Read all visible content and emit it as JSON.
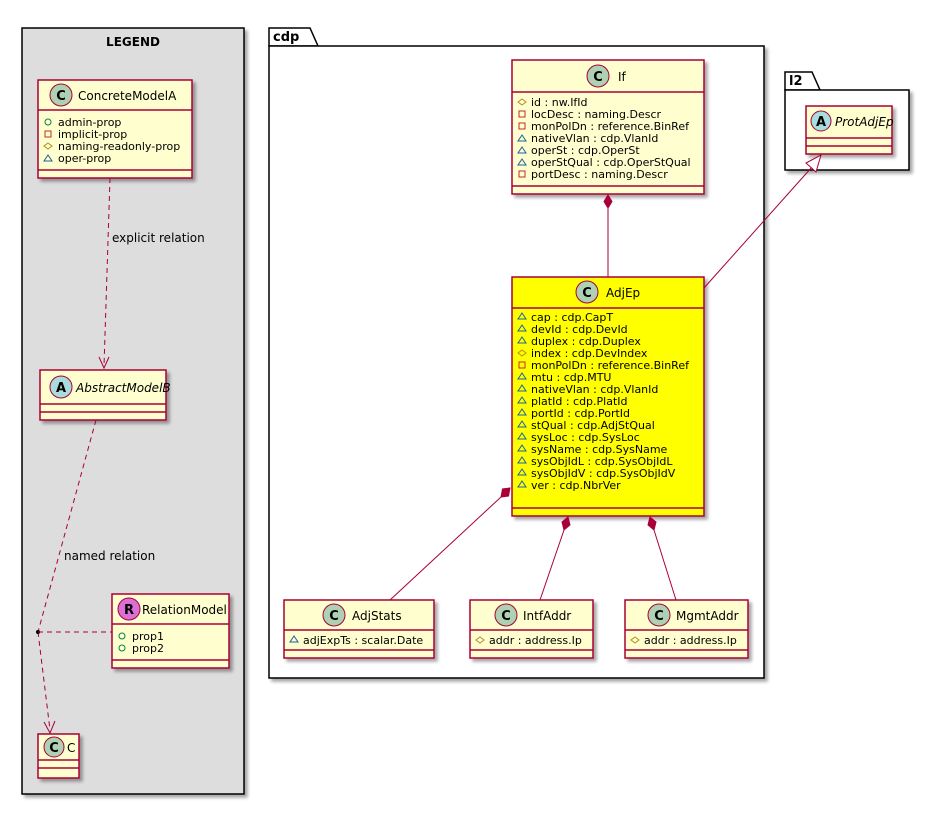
{
  "legend": {
    "title": "LEGEND",
    "concrete_model": {
      "stereotype": "C",
      "name": "ConcreteModelA",
      "attributes": [
        "admin-prop",
        "implicit-prop",
        "naming-readonly-prop",
        "oper-prop"
      ]
    },
    "explicit_relation_label": "explicit relation",
    "abstract_model": {
      "stereotype": "A",
      "name": "AbstractModelB"
    },
    "named_relation_label": "named relation",
    "relation_model": {
      "stereotype": "R",
      "name": "RelationModel",
      "attributes": [
        "prop1",
        "prop2"
      ]
    },
    "c_model": {
      "stereotype": "C",
      "name": "C"
    }
  },
  "cdp_package": {
    "title": "cdp",
    "if_class": {
      "stereotype": "C",
      "name": "If",
      "attributes": [
        "id : nw.IfId",
        "locDesc : naming.Descr",
        "monPolDn : reference.BinRef",
        "nativeVlan : cdp.VlanId",
        "operSt : cdp.OperSt",
        "operStQual : cdp.OperStQual",
        "portDesc : naming.Descr"
      ]
    },
    "adjep_class": {
      "stereotype": "C",
      "name": "AdjEp",
      "attributes": [
        "cap : cdp.CapT",
        "devId : cdp.DevId",
        "duplex : cdp.Duplex",
        "index : cdp.DevIndex",
        "monPolDn : reference.BinRef",
        "mtu : cdp.MTU",
        "nativeVlan : cdp.VlanId",
        "platId : cdp.PlatId",
        "portId : cdp.PortId",
        "stQual : cdp.AdjStQual",
        "sysLoc : cdp.SysLoc",
        "sysName : cdp.SysName",
        "sysObjIdL : cdp.SysObjIdL",
        "sysObjIdV : cdp.SysObjIdV",
        "ver : cdp.NbrVer"
      ]
    },
    "adjstats_class": {
      "stereotype": "C",
      "name": "AdjStats",
      "attributes": [
        "adjExpTs : scalar.Date"
      ]
    },
    "intfaddr_class": {
      "stereotype": "C",
      "name": "IntfAddr",
      "attributes": [
        "addr : address.Ip"
      ]
    },
    "mgmtaddr_class": {
      "stereotype": "C",
      "name": "MgmtAddr",
      "attributes": [
        "addr : address.Ip"
      ]
    }
  },
  "l2_package": {
    "title": "l2",
    "protadjep_class": {
      "stereotype": "A",
      "name": "ProtAdjEp"
    }
  },
  "colors": {
    "class_fill": "#FEFECE",
    "class_border": "#A80036",
    "highlight_fill": "#FFFF00",
    "legend_fill": "#DDDDDD",
    "circle_c": "#ADD1B2",
    "circle_a": "#A9DCDF",
    "circle_r": "#DA70D6",
    "vis_public": "#038048",
    "vis_private": "#C82930",
    "vis_protected": "#B38D22",
    "vis_package": "#1963A0"
  }
}
